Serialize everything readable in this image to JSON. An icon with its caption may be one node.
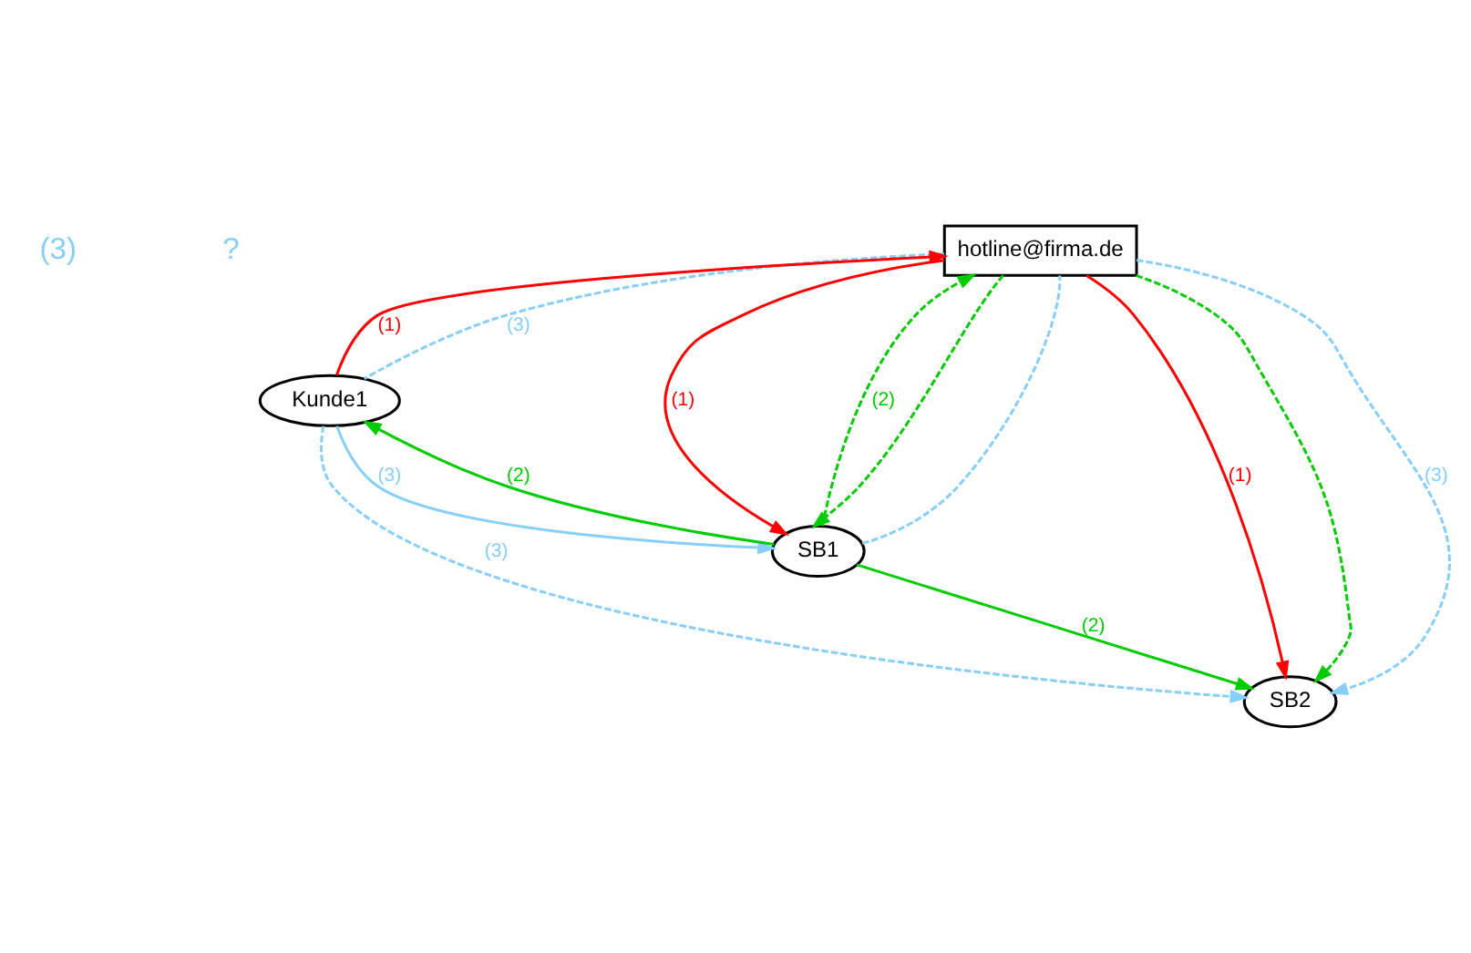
{
  "diagram": {
    "nodes": [
      {
        "text": [
          "hotline@firma.de"
        ]
      },
      {
        "text": [
          "Kunde1"
        ]
      },
      {
        "text": [
          "SB1"
        ]
      },
      {
        "text": [
          "SB2"
        ]
      }
    ],
    "edges": [
      {
        "from": 1,
        "to": 0,
        "arrow": "to",
        "label": "(1)",
        "color": "#ff0000"
      },
      {
        "from": 0,
        "to": 1,
        "arrow": "none",
        "label": "(3)",
        "style": "dashed",
        "color": "#87cefa"
      },
      {
        "from": 0,
        "to": 2,
        "arrow": "to",
        "label": "(1)",
        "color": "#ff0000"
      },
      {
        "from": 2,
        "to": 0,
        "arrow": "to",
        "label": "(2)",
        "style": "dashed",
        "color": "#00cc00"
      },
      {
        "from": 0,
        "to": 2,
        "arrow": "to",
        "style": "dashed",
        "color": "#00cc00"
      },
      {
        "from": 2,
        "to": 0,
        "arrow": "none",
        "style": "dashed",
        "color": "#87cefa"
      },
      {
        "from": 0,
        "to": 3,
        "arrow": "to",
        "label": "(1)",
        "color": "#ff0000"
      },
      {
        "from": 0,
        "to": 3,
        "arrow": "to",
        "style": "dashed",
        "color": "#00cc00"
      },
      {
        "from": 0,
        "to": 3,
        "arrow": "to",
        "label": "(3)",
        "style": "dashed",
        "color": "#87cefa"
      },
      {
        "from": 1,
        "to": 3,
        "arrow": "to",
        "label": "(3)",
        "style": "dashed",
        "color": "#87cefa"
      },
      {
        "from": 1,
        "to": 2,
        "arrow": "to",
        "label": "(3)",
        "color": "#87cefa"
      },
      {
        "from": 2,
        "to": 1,
        "arrow": "to",
        "label": "(2)",
        "color": "#00cc00"
      },
      {
        "from": 2,
        "to": 3,
        "arrow": "to",
        "label": "(2)",
        "color": "#00cc00"
      }
    ],
    "labels": [
      "(3)",
      "?"
    ]
  }
}
